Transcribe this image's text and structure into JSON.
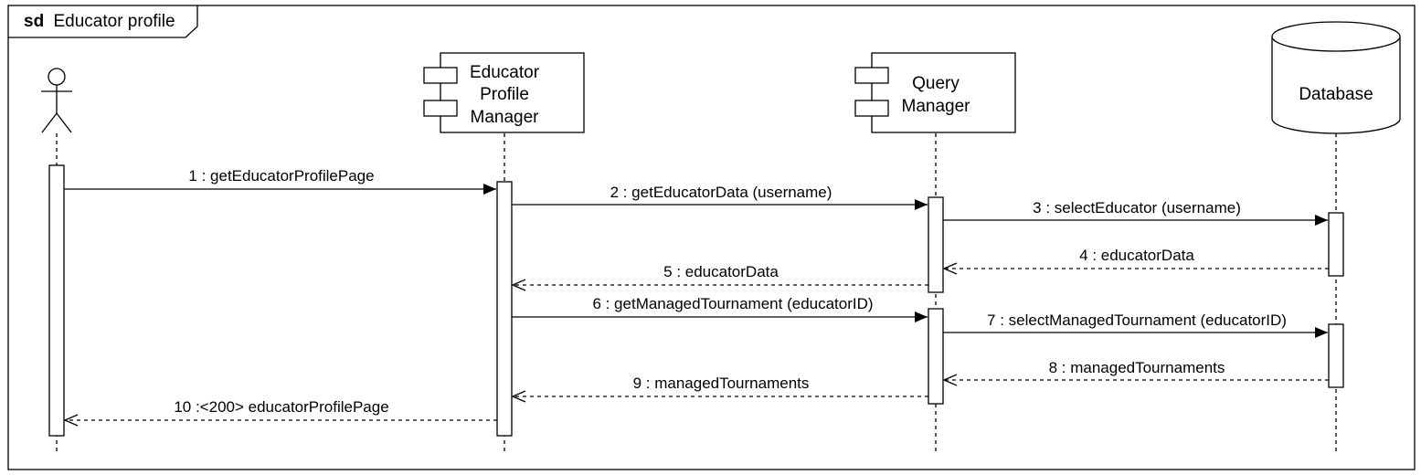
{
  "frame": {
    "keyword": "sd",
    "title": "Educator profile"
  },
  "participants": {
    "actor": {
      "name": ""
    },
    "educator_profile_manager": {
      "lines": [
        "Educator",
        "Profile",
        "Manager"
      ]
    },
    "query_manager": {
      "lines": [
        "Query",
        "Manager"
      ]
    },
    "database": {
      "name": "Database"
    }
  },
  "messages": [
    {
      "label": "1 : getEducatorProfilePage",
      "kind": "sync"
    },
    {
      "label": "2 : getEducatorData (username)",
      "kind": "sync"
    },
    {
      "label": "3 : selectEducator (username)",
      "kind": "sync"
    },
    {
      "label": "4 : educatorData",
      "kind": "return"
    },
    {
      "label": "5 : educatorData",
      "kind": "return"
    },
    {
      "label": "6 : getManagedTournament (educatorID)",
      "kind": "sync"
    },
    {
      "label": "7 : selectManagedTournament (educatorID)",
      "kind": "sync"
    },
    {
      "label": "8 : managedTournaments",
      "kind": "return"
    },
    {
      "label": "9 : managedTournaments",
      "kind": "return"
    },
    {
      "label": "10 :<200> educatorProfilePage",
      "kind": "return"
    }
  ]
}
